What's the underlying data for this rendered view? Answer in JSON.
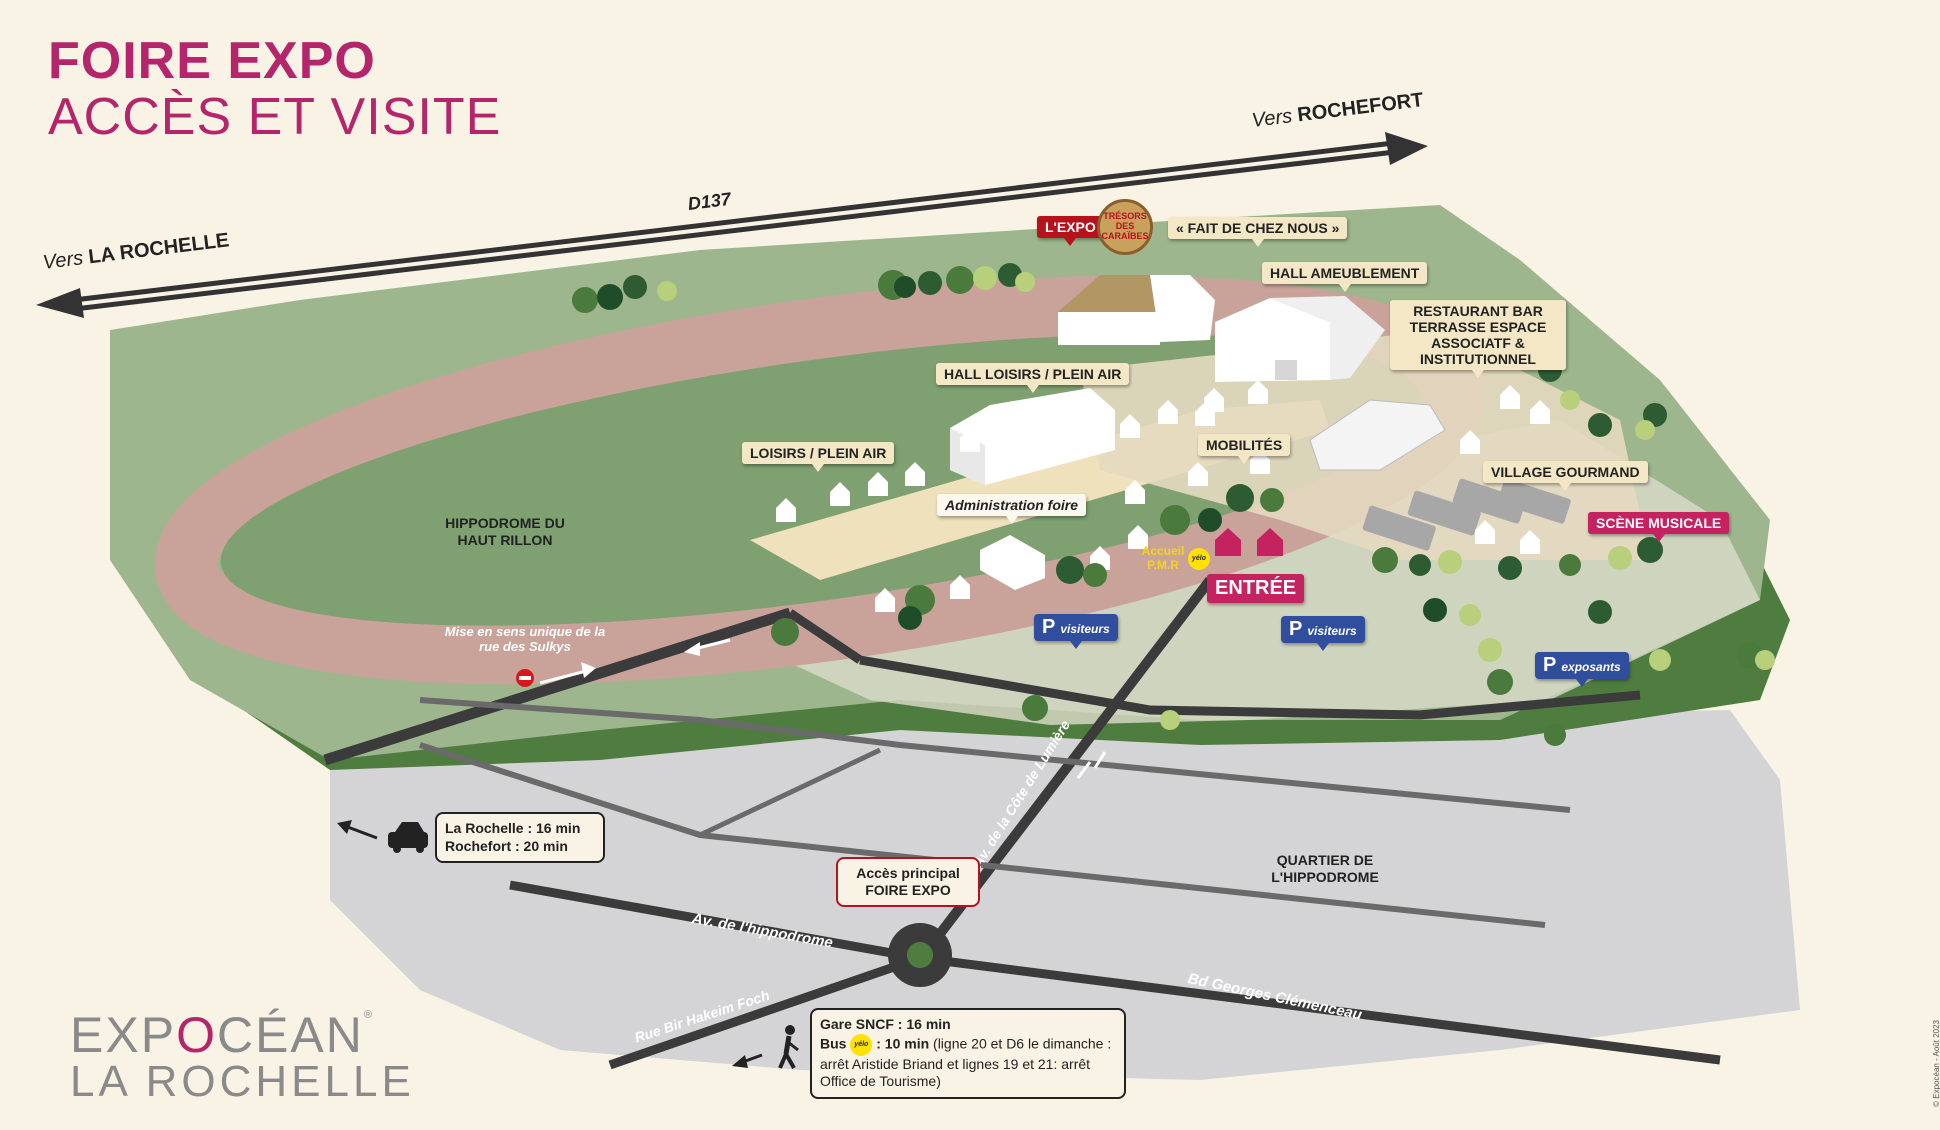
{
  "title": {
    "line1": "FOIRE EXPO",
    "line2": "ACCÈS ET VISITE"
  },
  "directions": {
    "rochefort": {
      "prefix": "Vers",
      "name": "ROCHEFORT"
    },
    "larochelle": {
      "prefix": "Vers",
      "name": "LA ROCHELLE"
    },
    "road_d137": "D137"
  },
  "labels": {
    "expo": "L'EXPO",
    "tresors": "TRÉSORS DES CARAÏBES",
    "fait_chez_nous": "« FAIT DE CHEZ NOUS »",
    "hall_ameublement": "HALL AMEUBLEMENT",
    "restaurant": "RESTAURANT BAR TERRASSE ESPACE ASSOCIATF & INSTITUTIONNEL",
    "hall_loisirs": "HALL LOISIRS / PLEIN AIR",
    "loisirs": "LOISIRS / PLEIN AIR",
    "mobilites": "MOBILITÉS",
    "village_gourmand": "VILLAGE GOURMAND",
    "scene_musicale": "SCÈNE MUSICALE",
    "administration": "Administration foire",
    "entree": "ENTRÉE",
    "accueil_pmr": "Accueil P.M.R",
    "hippodrome": "HIPPODROME DU HAUT RILLON",
    "quartier": "QUARTIER DE L'HIPPODROME",
    "sens_unique": "Mise en sens unique de la rue des Sulkys",
    "yelo": "yélo"
  },
  "parking": {
    "p1": {
      "letter": "P",
      "label": "visiteurs"
    },
    "p2": {
      "letter": "P",
      "label": "visiteurs"
    },
    "p3": {
      "letter": "P",
      "label": "exposants"
    }
  },
  "roads": {
    "cote_lumiere": "Av. de la Côte de Lumière",
    "hippodrome": "Av. de l'hippodrome",
    "bir_hakeim": "Rue Bir Hakeim Foch",
    "clemenceau": "Bd Georges Clémenceau"
  },
  "info_car": {
    "line1": "La Rochelle : 16 min",
    "line2": "Rochefort : 20 min"
  },
  "acces_principal": {
    "line1": "Accès principal",
    "line2": "FOIRE EXPO"
  },
  "info_walk": {
    "gare": "Gare SNCF : 16 min",
    "bus_prefix": "Bus",
    "bus_bold": ": 10 min",
    "bus_detail": "(ligne 20 et D6 le dimanche : arrêt Aristide Briand et lignes 19 et 21: arrêt Office de Tourisme)"
  },
  "logo": {
    "top_pre": "EXP",
    "top_o": "O",
    "top_post": "CÉAN",
    "tm": "®",
    "bottom": "LA ROCHELLE"
  },
  "copyright": "© Expocéan - Août 2023",
  "colors": {
    "brand": "#b5256b",
    "grass": "#8fae82",
    "dark_grass": "#4a7a3c",
    "track": "#c9a39a",
    "road_gray": "#d4d4d6",
    "parking_blue": "#2f4e9e",
    "entrance_pink": "#c4235f"
  }
}
